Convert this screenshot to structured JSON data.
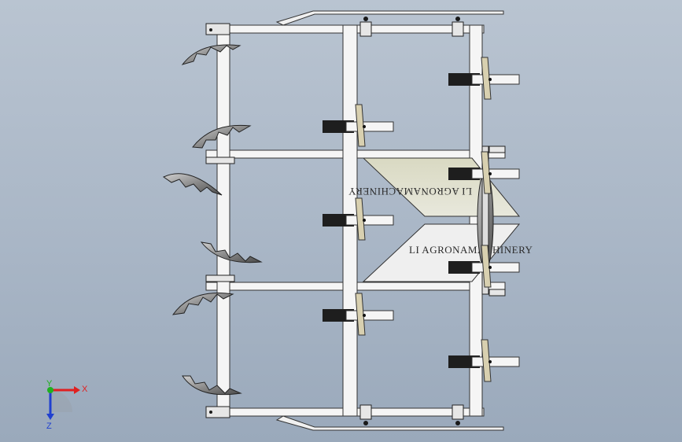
{
  "model_view": {
    "brand_line_1": "LI AGRONAMACHINERY",
    "brand_line_2": "LI AGRONAMACHINERY",
    "colors": {
      "frame": "#f4f4f4",
      "frame_edge": "#3a3a3a",
      "disc": "#8c8c8c",
      "disc_dark": "#5e5e5e",
      "shank_block": "#222222",
      "plate_top": "#dcdcc6",
      "plate_bottom": "#ececec"
    }
  },
  "triad": {
    "x_label": "X",
    "y_label": "Y",
    "z_label": "Z",
    "x_color": "#e02020",
    "y_color": "#20b020",
    "z_color": "#2040d0"
  }
}
